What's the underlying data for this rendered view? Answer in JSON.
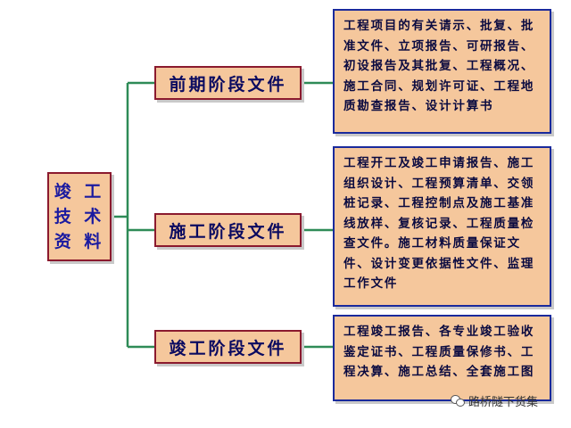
{
  "root": {
    "lines": [
      "竣 工",
      "技 术",
      "资 料"
    ]
  },
  "stages": [
    {
      "title": "前期阶段文件",
      "detail": "工程项目的有关请示、批复、批准文件、立项报告、可研报告、初设报告及其批复、工程概况、施工合同、规划许可证、工程地质勘查报告、设计计算书"
    },
    {
      "title": "施工阶段文件",
      "detail": "工程开工及竣工申请报告、施工组织设计、工程预算清单、交领桩记录、工程控制点及施工基准线放样、复核记录、工程质量检查文件。施工材料质量保证文件、设计变更依据性文件、监理工作文件"
    },
    {
      "title": "竣工阶段文件",
      "detail": "工程竣工报告、各专业竣工验收鉴定证书、工程质量保修书、工程决算、施工总结、全套施工图"
    }
  ],
  "watermark": "路桥隧下货集",
  "colors": {
    "line": "#2e8b57",
    "box_fill": "#f5c79c",
    "stage_border": "#8b1a2e",
    "detail_border": "#1a2a9c"
  }
}
